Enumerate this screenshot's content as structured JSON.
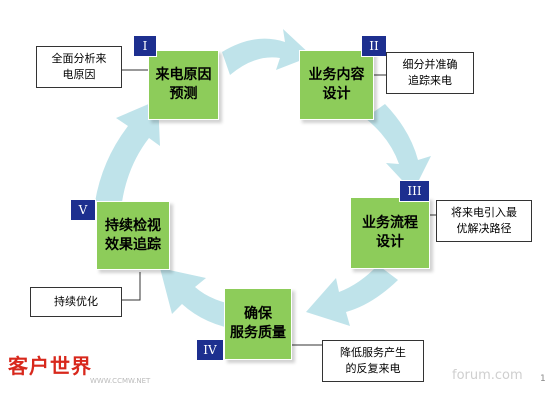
{
  "steps": [
    {
      "numeral": "I",
      "label": "来电原因\n预测"
    },
    {
      "numeral": "II",
      "label": "业务内容\n设计"
    },
    {
      "numeral": "III",
      "label": "业务流程\n设计"
    },
    {
      "numeral": "IV",
      "label": "确保\n服务质量"
    },
    {
      "numeral": "V",
      "label": "持续检视\n效果追踪"
    }
  ],
  "notes": [
    {
      "text": "全面分析来\n电原因"
    },
    {
      "text": "细分并准确\n追踪来电"
    },
    {
      "text": "将来电引入最\n优解决路径"
    },
    {
      "text": "降低服务产生\n的反复来电"
    },
    {
      "text": "持续优化"
    }
  ],
  "logo": {
    "text": "客户世界",
    "url": "WWW.CCMW.NET"
  },
  "watermark": "forum.com",
  "page_number": "1",
  "colors": {
    "step": "#8dcc5a",
    "numeral_bg": "#1d2f8f",
    "arrow": "#bfe3ea",
    "logo": "#d8281c"
  }
}
